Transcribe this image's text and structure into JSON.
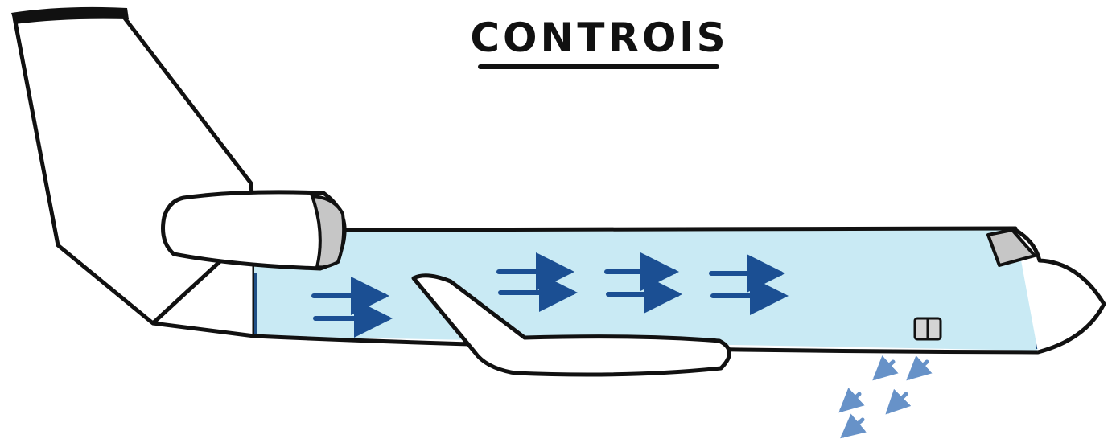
{
  "title": "CONTROlS",
  "colors": {
    "outline": "#111111",
    "cabin_fill": "#c9eaf4",
    "cabin_edge": "#1f4f86",
    "arrow": "#1b4f93",
    "engine_cap": "#c6c6c6",
    "door": "#d4d4d4"
  },
  "icons": [
    "airplane-outline",
    "airflow-arrows",
    "outflow-valve",
    "exhaust-arrows"
  ]
}
